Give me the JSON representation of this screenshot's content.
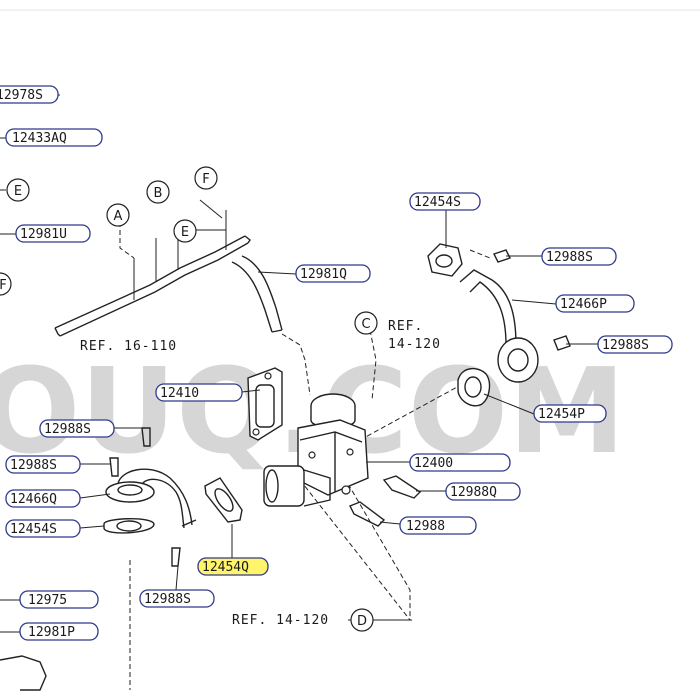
{
  "watermark": "OUQ.COM",
  "parts": {
    "p12978S": "12978S",
    "p12433AQ": "12433AQ",
    "p12981U": "12981U",
    "p12981Q": "12981Q",
    "p12454S_top": "12454S",
    "p12988S_top": "12988S",
    "p12466P": "12466P",
    "p12988S_right": "12988S",
    "p12454P": "12454P",
    "p12410": "12410",
    "p12988S_left1": "12988S",
    "p12988S_left2": "12988S",
    "p12400": "12400",
    "p12988Q": "12988Q",
    "p12466Q": "12466Q",
    "p12988": "12988",
    "p12454S_left": "12454S",
    "p12454Q": "12454Q",
    "p12988S_bottom": "12988S",
    "p12975": "12975",
    "p12981P": "12981P"
  },
  "refs": {
    "ref_16_110": "REF. 16-110",
    "ref_14_120_top_line1": "REF.",
    "ref_14_120_top_line2": "14-120",
    "ref_14_120_bottom": "REF. 14-120"
  },
  "callouts": {
    "A": "A",
    "B": "B",
    "E1": "E",
    "E2": "E",
    "F": "F",
    "F_left": "F",
    "C": "C",
    "D": "D"
  },
  "highlighted_part": "12454Q",
  "colors": {
    "label_border": "#2e3a8c",
    "highlight_fill": "#fff46a",
    "line": "#222222",
    "watermark": "#cfcfcf"
  }
}
